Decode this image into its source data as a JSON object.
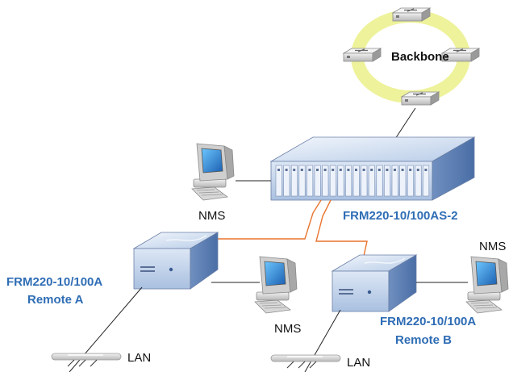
{
  "labels": {
    "backbone": "Backbone",
    "chassis": "FRM220-10/100AS-2",
    "nms_left": "NMS",
    "nms_mid": "NMS",
    "nms_right": "NMS",
    "remote_a_model": "FRM220-10/100A",
    "remote_a_name": "Remote A",
    "remote_b_model": "FRM220-10/100A",
    "remote_b_name": "Remote B",
    "lan_left": "LAN",
    "lan_right": "LAN"
  },
  "colors": {
    "accent_blue": "#2f6db5",
    "fiber_orange": "#e8742e",
    "backbone_ring": "#eef29a"
  }
}
